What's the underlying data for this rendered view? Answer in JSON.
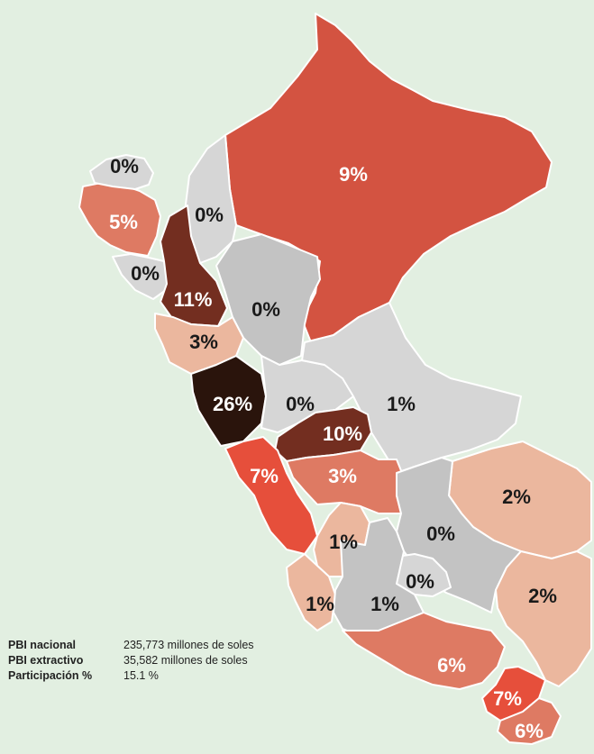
{
  "colors": {
    "background": "#e2efe1",
    "light_gray": "#d6d6d6",
    "mid_gray": "#c3c3c3",
    "peach": "#ebb79e",
    "salmon": "#de7a63",
    "red": "#d35341",
    "red_orange": "#e64f3b",
    "brown": "#732e20",
    "dark_brown": "#2a140c"
  },
  "regions": [
    {
      "label": "9%",
      "fill": "#d35341",
      "text": "#ffffff"
    },
    {
      "label": "0%",
      "fill": "#d6d6d6",
      "text": "#1a1a1a"
    },
    {
      "label": "5%",
      "fill": "#de7a63",
      "text": "#ffffff"
    },
    {
      "label": "0%",
      "fill": "#d6d6d6",
      "text": "#1a1a1a"
    },
    {
      "label": "0%",
      "fill": "#d6d6d6",
      "text": "#1a1a1a"
    },
    {
      "label": "11%",
      "fill": "#732e20",
      "text": "#ffffff"
    },
    {
      "label": "0%",
      "fill": "#c3c3c3",
      "text": "#1a1a1a"
    },
    {
      "label": "3%",
      "fill": "#ebb79e",
      "text": "#1a1a1a"
    },
    {
      "label": "26%",
      "fill": "#2a140c",
      "text": "#ffffff"
    },
    {
      "label": "0%",
      "fill": "#d6d6d6",
      "text": "#1a1a1a"
    },
    {
      "label": "1%",
      "fill": "#d6d6d6",
      "text": "#1a1a1a"
    },
    {
      "label": "10%",
      "fill": "#732e20",
      "text": "#ffffff"
    },
    {
      "label": "7%",
      "fill": "#e64f3b",
      "text": "#ffffff"
    },
    {
      "label": "3%",
      "fill": "#de7a63",
      "text": "#ffffff"
    },
    {
      "label": "2%",
      "fill": "#ebb79e",
      "text": "#1a1a1a"
    },
    {
      "label": "0%",
      "fill": "#c3c3c3",
      "text": "#1a1a1a"
    },
    {
      "label": "1%",
      "fill": "#ebb79e",
      "text": "#1a1a1a"
    },
    {
      "label": "0%",
      "fill": "#d6d6d6",
      "text": "#1a1a1a"
    },
    {
      "label": "2%",
      "fill": "#ebb79e",
      "text": "#1a1a1a"
    },
    {
      "label": "1%",
      "fill": "#ebb79e",
      "text": "#1a1a1a"
    },
    {
      "label": "1%",
      "fill": "#c3c3c3",
      "text": "#1a1a1a"
    },
    {
      "label": "6%",
      "fill": "#de7a63",
      "text": "#ffffff"
    },
    {
      "label": "7%",
      "fill": "#e64f3b",
      "text": "#ffffff"
    },
    {
      "label": "6%",
      "fill": "#de7a63",
      "text": "#ffffff"
    }
  ],
  "stats": [
    {
      "label": "PBI nacional",
      "value": "235,773 millones de soles"
    },
    {
      "label": "PBI extractivo",
      "value": "35,582 millones de soles"
    },
    {
      "label": "Participación %",
      "value": "15.1 %"
    }
  ]
}
